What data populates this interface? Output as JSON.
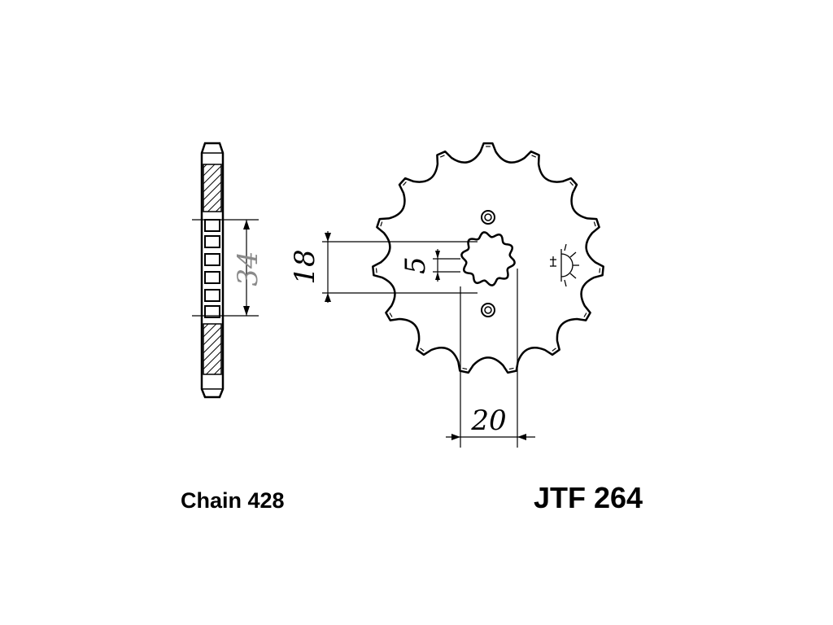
{
  "labels": {
    "chain": "Chain 428",
    "part_number": "JTF 264"
  },
  "dimensions": {
    "side_height": "34",
    "bore_height": "18",
    "spline_depth": "5",
    "hub_width": "20"
  },
  "sprocket": {
    "teeth": 15
  },
  "colors": {
    "line": "#000000",
    "dim_grey": "#8a8a8a",
    "background": "#ffffff"
  }
}
